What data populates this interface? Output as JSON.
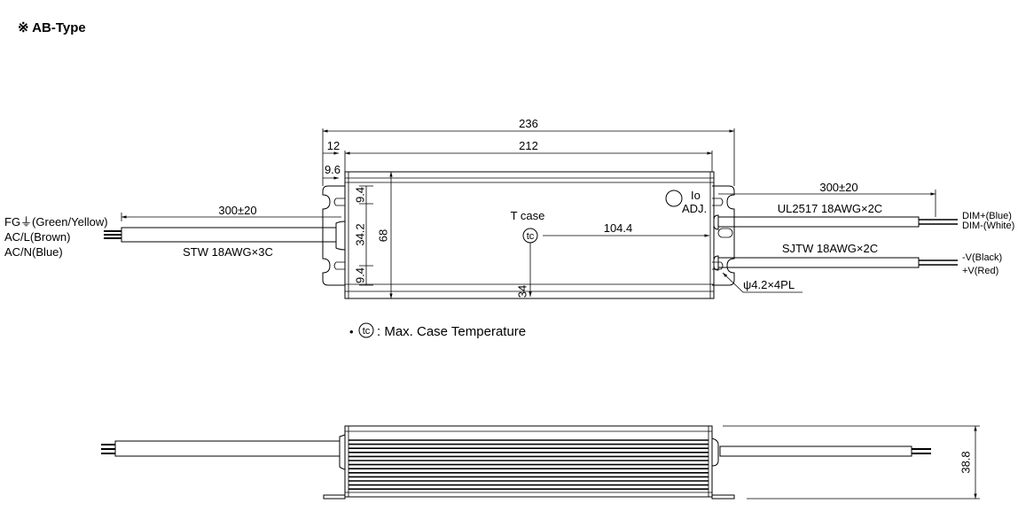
{
  "title": "※ AB-Type",
  "dimensions": {
    "overall_length": "236",
    "body_length": "212",
    "tab_length": "12",
    "slot_offset": "9.6",
    "slot_top": "9.4",
    "slot_spacing": "34.2",
    "slot_bottom": "9.4",
    "body_width": "68",
    "tc_x": "104.4",
    "tc_y": "34",
    "height": "38.8",
    "input_cable_length": "300±20",
    "output_cable_length": "300±20"
  },
  "labels": {
    "tcase": "T case",
    "tc": "tc",
    "io": "Io",
    "adj": "ADJ.",
    "mount_hole": "ψ4.2×4PL",
    "input_cable": "STW 18AWG×3C",
    "dim_cable": "UL2517 18AWG×2C",
    "output_cable": "SJTW 18AWG×2C",
    "fg": "FG⏚(Green/Yellow)",
    "acl": "AC/L(Brown)",
    "acn": "AC/N(Blue)",
    "dim_plus": "DIM+(Blue)",
    "dim_minus": "DIM-(White)",
    "v_minus": "-V(Black)",
    "v_plus": "+V(Red)",
    "legend_bullet": "•",
    "legend_text": ": Max. Case Temperature"
  }
}
